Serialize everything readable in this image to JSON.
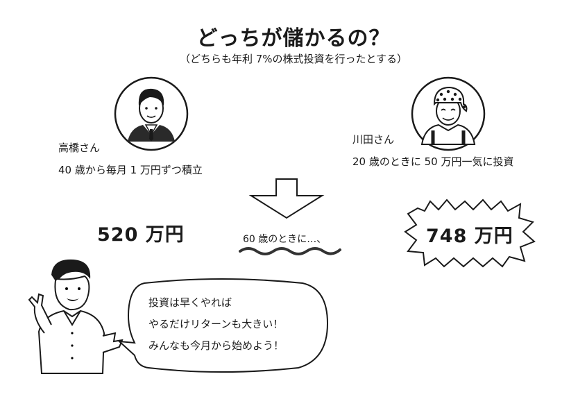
{
  "title": "どっちが儲かるの？",
  "subtitle": "（どちらも年利 7%の株式投資を行ったとする）",
  "left_person": {
    "name": "高橋さん",
    "plan": "40 歳から毎月 1 万円ずつ積立",
    "result": "520 万円"
  },
  "right_person": {
    "name": "川田さん",
    "plan": "20 歳のときに 50 万円一気に投資",
    "result": "748 万円"
  },
  "arrow_caption": "60 歳のときに…、",
  "speech": {
    "line1": "投資は早くやれば",
    "line2": "やるだけリターンも大きい！",
    "line3": "みんなも今月から始めよう！"
  },
  "colors": {
    "ink": "#1a1a1a",
    "background": "#ffffff"
  }
}
